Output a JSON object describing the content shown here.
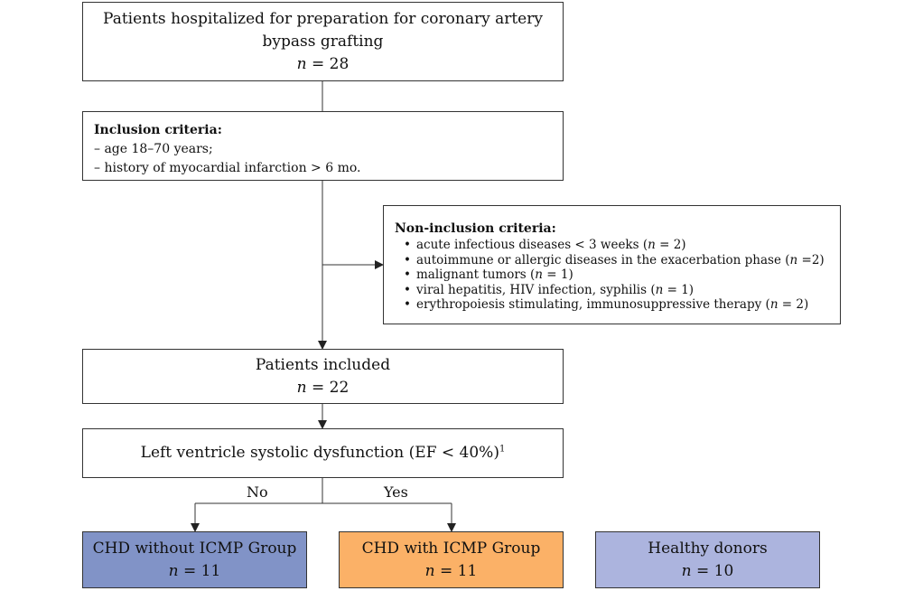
{
  "start_box": {
    "title_line1": "Patients hospitalized for preparation for coronary artery",
    "title_line2": "bypass grafting",
    "n_label": "n",
    "n_value": " = 28"
  },
  "inclusion": {
    "heading": "Inclusion criteria:",
    "items": [
      "– age 18–70 years;",
      "– history of myocardial infarction > 6 mo."
    ]
  },
  "non_inclusion": {
    "heading": "Non-inclusion criteria:",
    "items": [
      {
        "text": "acute infectious diseases < 3 weeks (",
        "n_label": "n",
        "n_value": " = 2)"
      },
      {
        "text": "autoimmune or allergic diseases in the exacerbation phase (",
        "n_label": "n",
        "n_value": " =2)"
      },
      {
        "text": "malignant tumors (",
        "n_label": "n",
        "n_value": " = 1)"
      },
      {
        "text": "viral hepatitis, HIV infection, syphilis (",
        "n_label": "n",
        "n_value": " = 1)"
      },
      {
        "text": "erythropoiesis stimulating, immunosuppressive therapy (",
        "n_label": "n",
        "n_value": " = 2)"
      }
    ]
  },
  "included_box": {
    "title": "Patients included",
    "n_label": "n",
    "n_value": " = 22"
  },
  "dysfunction_box": {
    "text": "Left ventricle systolic dysfunction (EF < 40%)",
    "sup": "1"
  },
  "branch_labels": {
    "no": "No",
    "yes": "Yes"
  },
  "groups": [
    {
      "title": "CHD without ICMP Group",
      "n_label": "n",
      "n_value": " = 11",
      "color": "#8193c7"
    },
    {
      "title": "CHD with ICMP Group",
      "n_label": "n",
      "n_value": " = 11",
      "color": "#fbb167"
    },
    {
      "title": "Healthy donors",
      "n_label": "n",
      "n_value": " = 10",
      "color": "#acb4de"
    }
  ],
  "colors": {
    "line": "#333333",
    "box_border": "#333333"
  }
}
